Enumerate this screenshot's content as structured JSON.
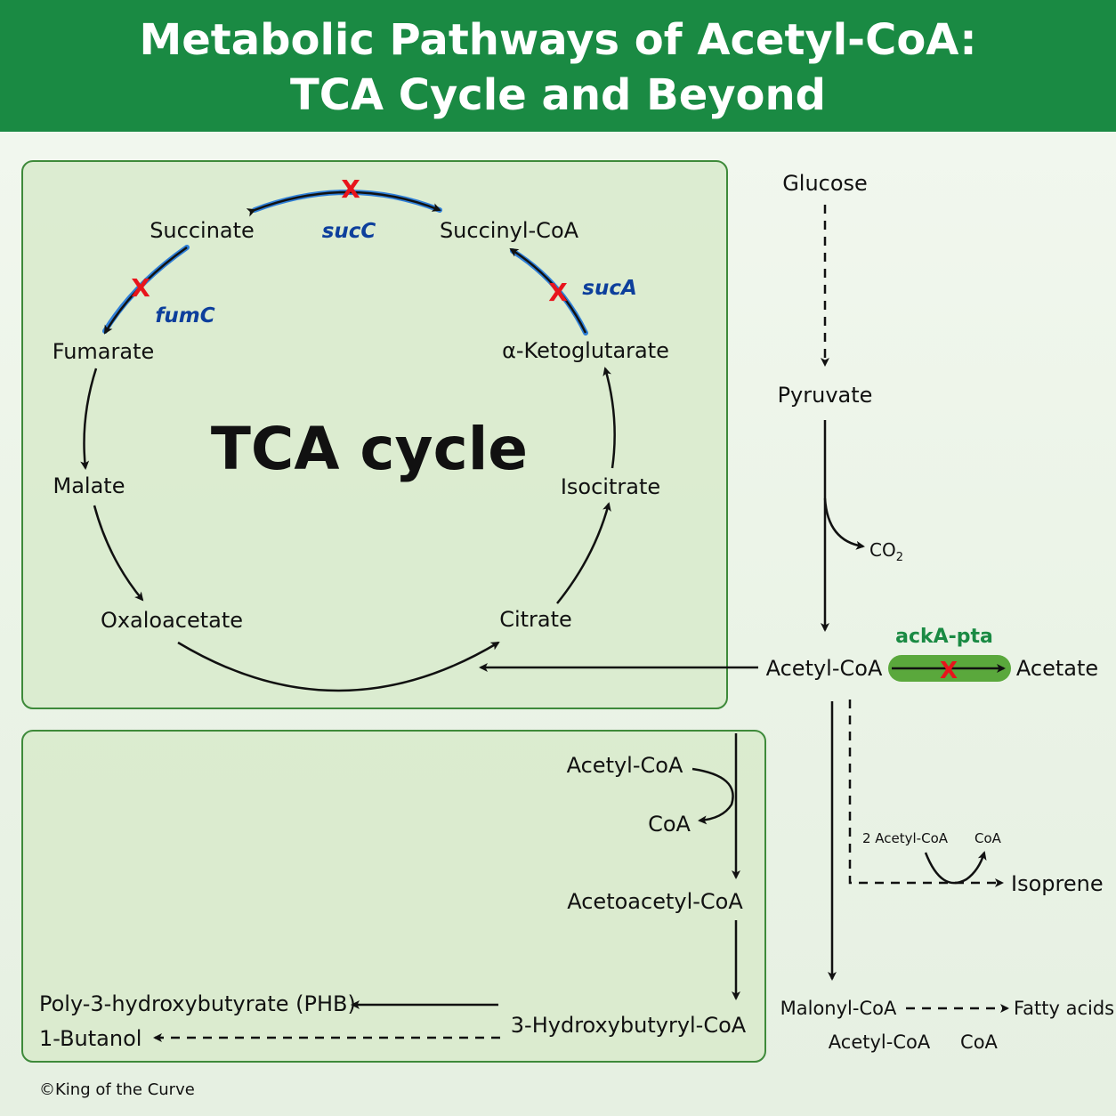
{
  "title": {
    "line1": "Metabolic Pathways of Acetyl-CoA:",
    "line2": "TCA Cycle and Beyond"
  },
  "colors": {
    "header_bg": "#1a8a43",
    "panel_bg": "#d8eacb",
    "panel_border": "#3e8a3a",
    "gene_blue": "#0d3f9c",
    "gene_green": "#1a8a43",
    "block_x": "#e8141c"
  },
  "tca": {
    "center_label": "TCA cycle",
    "metabolites": {
      "succinate": "Succinate",
      "succinyl_coa": "Succinyl-CoA",
      "fumarate": "Fumarate",
      "a_ketoglutarate": "α-Ketoglutarate",
      "malate": "Malate",
      "isocitrate": "Isocitrate",
      "oxaloacetate": "Oxaloacetate",
      "citrate": "Citrate"
    },
    "genes": {
      "sucC": "sucC",
      "sucA": "sucA",
      "fumC": "fumC"
    },
    "knockout_mark": "X"
  },
  "main_path": {
    "glucose": "Glucose",
    "pyruvate": "Pyruvate",
    "co2_base": "CO",
    "co2_sub": "2",
    "acetyl_coa": "Acetyl-CoA",
    "gene_ackA_pta": "ackA-pta",
    "acetate": "Acetate"
  },
  "phb_path": {
    "acetyl_coa": "Acetyl-CoA",
    "coa": "CoA",
    "acetoacetyl_coa": "Acetoacetyl-CoA",
    "hydroxybutyryl_coa": "3-Hydroxybutyryl-CoA",
    "phb": "Poly-3-hydroxybutyrate (PHB)",
    "butanol": "1-Butanol"
  },
  "isoprene_path": {
    "two_acetyl_coa": "2 Acetyl-CoA",
    "coa": "CoA",
    "isoprene": "Isoprene"
  },
  "fatty_path": {
    "malonyl_coa": "Malonyl-CoA",
    "fatty_acids": "Fatty acids",
    "acetyl_coa": "Acetyl-CoA",
    "coa": "CoA"
  },
  "credit": "©King of the Curve"
}
